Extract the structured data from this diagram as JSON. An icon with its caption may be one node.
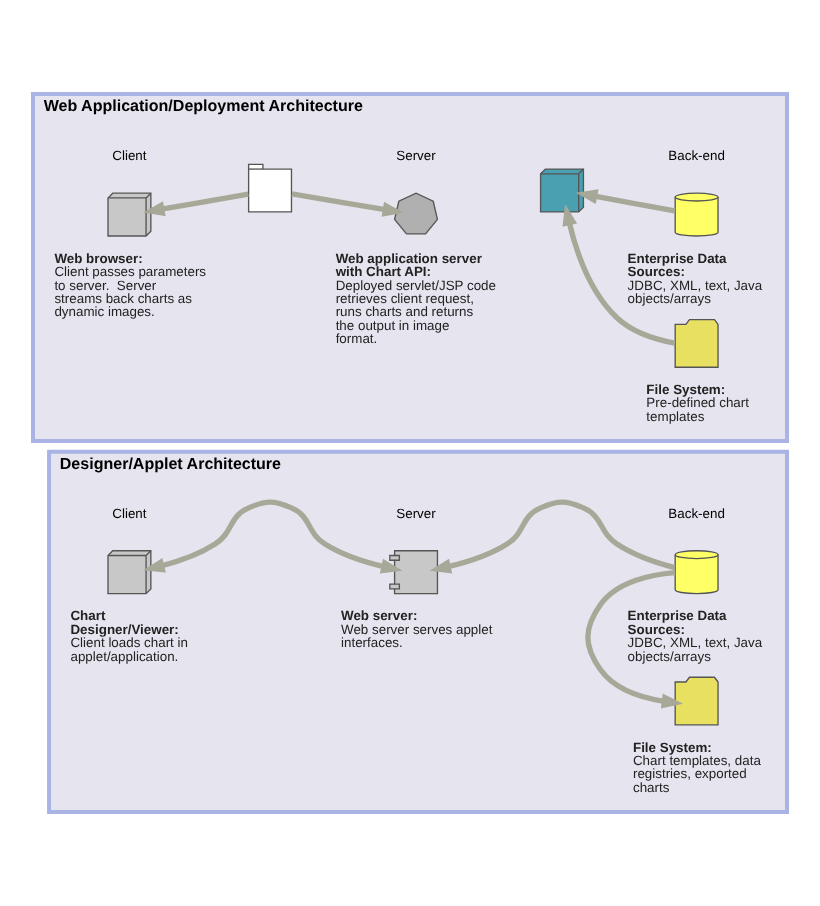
{
  "diagram": {
    "nodes": [
      {
        "text": [
          "Designer/Applet Architecture"
        ]
      },
      {
        "text": [],
        "shape": "computer",
        "in": 0,
        "beside": [
          "**Chart Designer/Viewer:** Client loads chart in applet/application."
        ]
      },
      {
        "text": [],
        "shape": "server",
        "in": 0,
        "beside": [
          "**Web server:** Web server serves applet interfaces."
        ]
      },
      {
        "text": [],
        "shape": "cylinder",
        "in": 0,
        "beside": [
          "**Enterprise Data Sources:** JDBC, XML, text, Java objects/arrays"
        ]
      },
      {
        "text": [],
        "shape": "cabinet",
        "in": 0,
        "beside": [
          "**File System:** Chart templates, data registries, exported charts"
        ]
      },
      {
        "text": [
          "Web Application/Deployment Architecture"
        ]
      },
      {
        "text": [],
        "shape": "computer",
        "in": 5,
        "beside": [
          "**Web browser:** Client passes parameters to server.  Server streams back charts as dynamic images."
        ]
      },
      {
        "text": [],
        "shape": "chart",
        "in": 5
      },
      {
        "text": [],
        "shape": "gears",
        "in": 5,
        "beside": [
          "**Web application server with Chart API:** Deployed servlet/JSP code retrieves client request, runs charts and returns the output in image format."
        ]
      },
      {
        "text": [],
        "shape": "cube",
        "in": 5
      },
      {
        "text": [],
        "shape": "cylinder",
        "in": 5,
        "beside": [
          "**Enterprise Data Sources:** JDBC, XML, text, Java objects/arrays"
        ]
      },
      {
        "text": [],
        "shape": "cabinet",
        "in": 5,
        "beside": [
          "**File System:** Pre-defined chart templates"
        ]
      }
    ],
    "edges": [
      {
        "from": 1,
        "to": 2,
        "arrow": "both"
      },
      {
        "from": 3,
        "to": 2,
        "arrow": "to"
      },
      {
        "from": 3,
        "to": 4,
        "arrow": "to"
      },
      {
        "from": 7,
        "to": 6,
        "arrow": "to"
      },
      {
        "from": 7,
        "to": 8,
        "arrow": "to"
      },
      {
        "from": 10,
        "to": 9,
        "arrow": "to"
      },
      {
        "from": 11,
        "to": 9,
        "arrow": "to"
      }
    ],
    "labels": [
      "Client",
      "Server",
      "Back-end",
      "Client",
      "Server",
      "Back-end"
    ]
  }
}
